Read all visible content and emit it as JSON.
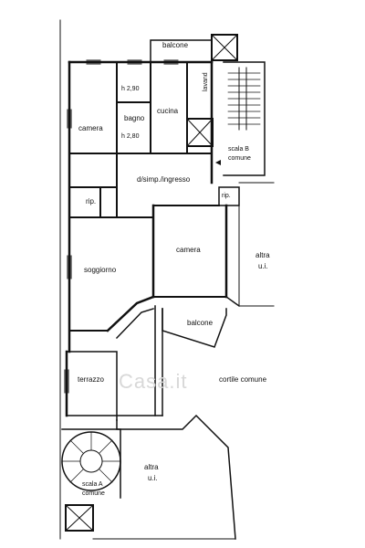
{
  "plan": {
    "rooms": {
      "balcone_top": "balcone",
      "h290": "h 2,90",
      "h280": "h 2,80",
      "bagno": "bagno",
      "cucina": "cucina",
      "lavand": "lavand",
      "camera_left": "camera",
      "scala_b": "scala B",
      "comune_b": "comune",
      "disimp": "d/simp./ingresso",
      "rip_left": "rip.",
      "rip_right": "rip.",
      "camera_center": "camera",
      "altra_ui_1": "altra",
      "ui_1": "u.i.",
      "soggiorno": "soggiorno",
      "balcone_mid": "balcone",
      "terrazzo": "terrazzo",
      "cortile_comune": "cortile comune",
      "altra_ui_2": "altra",
      "ui_2": "u.i.",
      "scala_a": "scala A",
      "comune_a": "comune"
    },
    "watermark": "Casa.it"
  }
}
